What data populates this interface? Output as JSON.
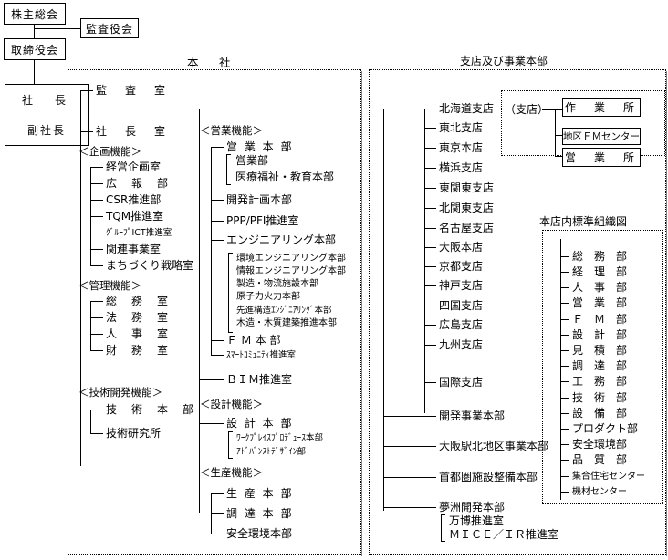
{
  "chart_data": {
    "type": "diagram",
    "title": "組織図",
    "sections": [
      "本社",
      "支店及び事業本部"
    ]
  },
  "top": {
    "shareholders": "株主総会",
    "auditors": "監査役会",
    "board": "取締役会",
    "president": "社　長",
    "vice_president": "副社長"
  },
  "headers": {
    "honsha": "本　社",
    "shiten": "支店及び事業本部",
    "hontennai": "本店内標準組織図"
  },
  "honsha": {
    "kansa": "監　査　室",
    "shachoshitsu": "社　長　室",
    "kikaku_header": "＜企画機能＞",
    "kikaku": [
      "経営企画室",
      "広　報　部",
      "CSR推進部",
      "TQM推進室",
      "ｸﾞﾙｰﾌﾟICT推進室",
      "関連事業室",
      "まちづくり戦略室"
    ],
    "kanri_header": "＜管理機能＞",
    "kanri": [
      "総　務　室",
      "法　務　室",
      "人　事　室",
      "財　務　室"
    ],
    "gijutsu_header": "＜技術開発機能＞",
    "gijutsu": [
      "技　術　本　部",
      "技術研究所"
    ],
    "eigyo_header": "＜営業機能＞",
    "eigyo_honbu": "営 業 本 部",
    "eigyo_sub": [
      "営業部",
      "医療福祉・教育本部"
    ],
    "eigyo_items": [
      "開発計画本部",
      "PPP/PFI推進室",
      "エンジニアリング本部"
    ],
    "eng_sub": [
      "環境エンジニアリング本部",
      "情報エンジニアリング本部",
      "製造・物流施設本部",
      "原子力火力本部",
      "先進構造ｴﾝｼﾞﾆｱﾘﾝｸﾞ本部",
      "木造・木質建築推進本部"
    ],
    "eigyo_items2": [
      "Ｆ Ｍ 本 部",
      "ｽﾏｰﾄｺﾐｭﾆﾃｨ推進室"
    ],
    "bim": "ＢＩＭ推進室",
    "sekkei_header": "＜設計機能＞",
    "sekkei_honbu": "設 計 本 部",
    "sekkei_sub": [
      "ﾜｰｸﾌﾟﾚｲｽﾌﾟﾛﾃﾞｭｰｽ本部",
      "ｱﾄﾞﾊﾞﾝｽﾄﾃﾞｻﾞｲﾝ部"
    ],
    "seisan_header": "＜生産機能＞",
    "seisan": [
      "生 産 本 部",
      "調 達 本 部",
      "安全環境本部"
    ]
  },
  "branches": {
    "list": [
      "北海道支店",
      "東北支店",
      "東京本店",
      "横浜支店",
      "東関東支店",
      "北関東支店",
      "名古屋支店",
      "大阪本店",
      "京都支店",
      "神戸支店",
      "四国支店",
      "広島支店",
      "九州支店"
    ],
    "kokusai": "国際支店",
    "divisions": [
      "開発事業本部",
      "大阪駅北地区事業本部",
      "首都圏施設整備本部",
      "夢洲開発本部"
    ],
    "yumeshima_sub": [
      "万博推進室",
      "ＭＩＣＥ／ＩＲ推進室"
    ]
  },
  "shiten_box": {
    "label": "（支店）",
    "items": [
      "作　業　所",
      "地区ＦＭセンター",
      "営　業　所"
    ]
  },
  "hontennai": {
    "items": [
      "総　務　部",
      "経　理　部",
      "人　事　部",
      "営　業　部",
      "Ｆ　Ｍ　部",
      "設　計　部",
      "見　積　部",
      "調　達　部",
      "工　務　部",
      "技　術　部",
      "設　備　部",
      "プロダクト部",
      "安全環境部",
      "品　質　部",
      "集合住宅センター",
      "機材センター"
    ]
  }
}
